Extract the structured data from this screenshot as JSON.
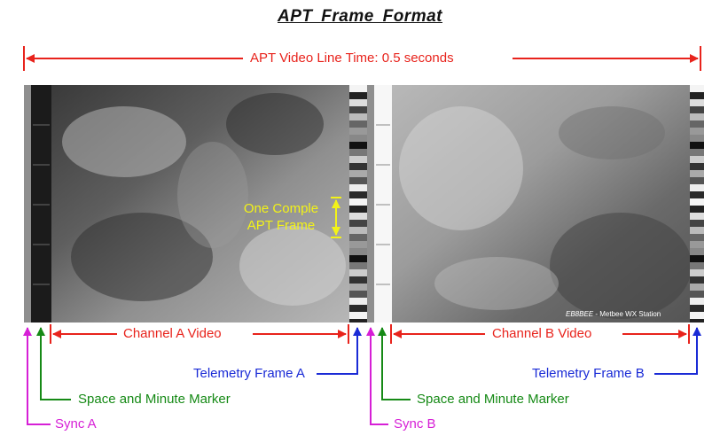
{
  "title": "APT Frame Format",
  "line_time_label": "APT Video Line Time: 0.5 seconds",
  "channel_a_label": "Channel A Video",
  "channel_b_label": "Channel B Video",
  "frame_label_line1": "One Comple",
  "frame_label_line2": "APT Frame",
  "telemetry_a_label": "Telemetry Frame A",
  "telemetry_b_label": "Telemetry Frame B",
  "space_marker_a_label": "Space and Minute Marker",
  "space_marker_b_label": "Space and Minute Marker",
  "sync_a_label": "Sync A",
  "sync_b_label": "Sync B",
  "credit_callsign": "EB8BEE",
  "credit_text": " - Metbee WX Station",
  "colors": {
    "red": "#e8231c",
    "blue": "#1a2bd6",
    "green": "#168a16",
    "magenta": "#d61fd6",
    "yellow": "#f3f317"
  }
}
